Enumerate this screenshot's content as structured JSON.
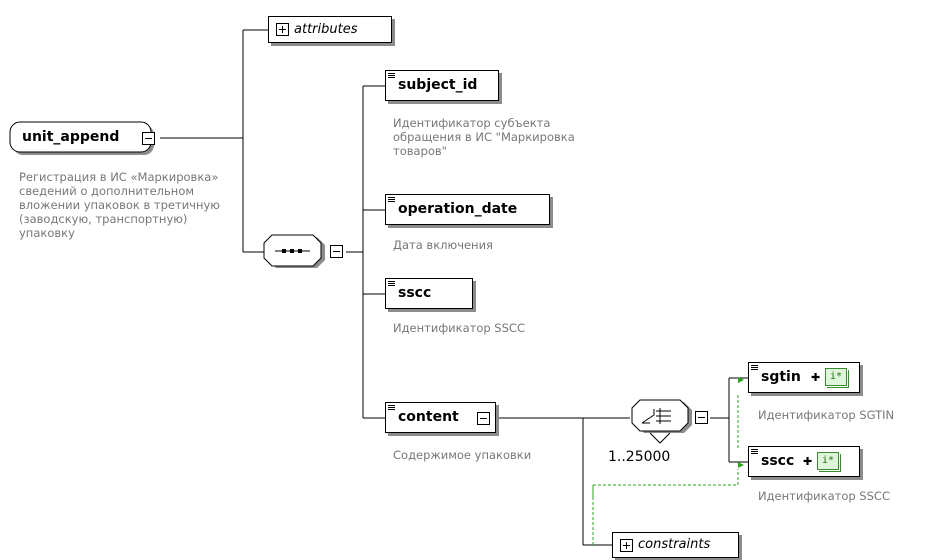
{
  "root": {
    "name": "unit_append",
    "description": "Регистрация в ИС «Маркировка» сведений о дополнительном вложении упаковок в третичную (заводскую, транспортную) упаковку"
  },
  "attributes_label": "attributes",
  "elements": {
    "subject_id": {
      "name": "subject_id",
      "description": "Идентификатор субъекта обращения в ИС \"Маркировка товаров\""
    },
    "operation_date": {
      "name": "operation_date",
      "description": "Дата включения"
    },
    "sscc": {
      "name": "sscc",
      "description": "Идентификатор SSCC"
    },
    "content": {
      "name": "content",
      "description": "Содержимое упаковки"
    },
    "sgtin": {
      "name": "sgtin",
      "description": "Идентификатор SGTIN"
    },
    "sscc_choice": {
      "name": "sscc",
      "description": "Идентификатор SSCC"
    }
  },
  "choice_occurrence": "1..25000",
  "constraints_label": "constraints",
  "type_badge_text": "i*",
  "colors": {
    "line": "#000000",
    "shadow": "#8c8c8c",
    "description": "#777777",
    "keyref": "#2aa51b"
  }
}
